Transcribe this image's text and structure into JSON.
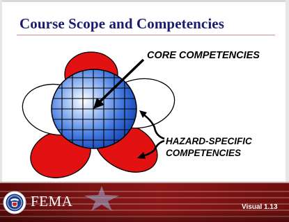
{
  "slide": {
    "title": "Course Scope and Competencies",
    "labels": {
      "core": "CORE COMPETENCIES",
      "hazard_line1": "HAZARD-SPECIFIC",
      "hazard_line2": "COMPETENCIES"
    }
  },
  "diagram": {
    "core_color": "#3f76de",
    "petal_red": "#e31212",
    "petal_white": "#ffffff",
    "outline": "#000000"
  },
  "footer": {
    "agency": "FEMA",
    "visual_number": "Visual 1.13",
    "background": "#7a1414"
  },
  "icons": {
    "seal": "dhs-seal-icon",
    "star": "star-icon"
  }
}
